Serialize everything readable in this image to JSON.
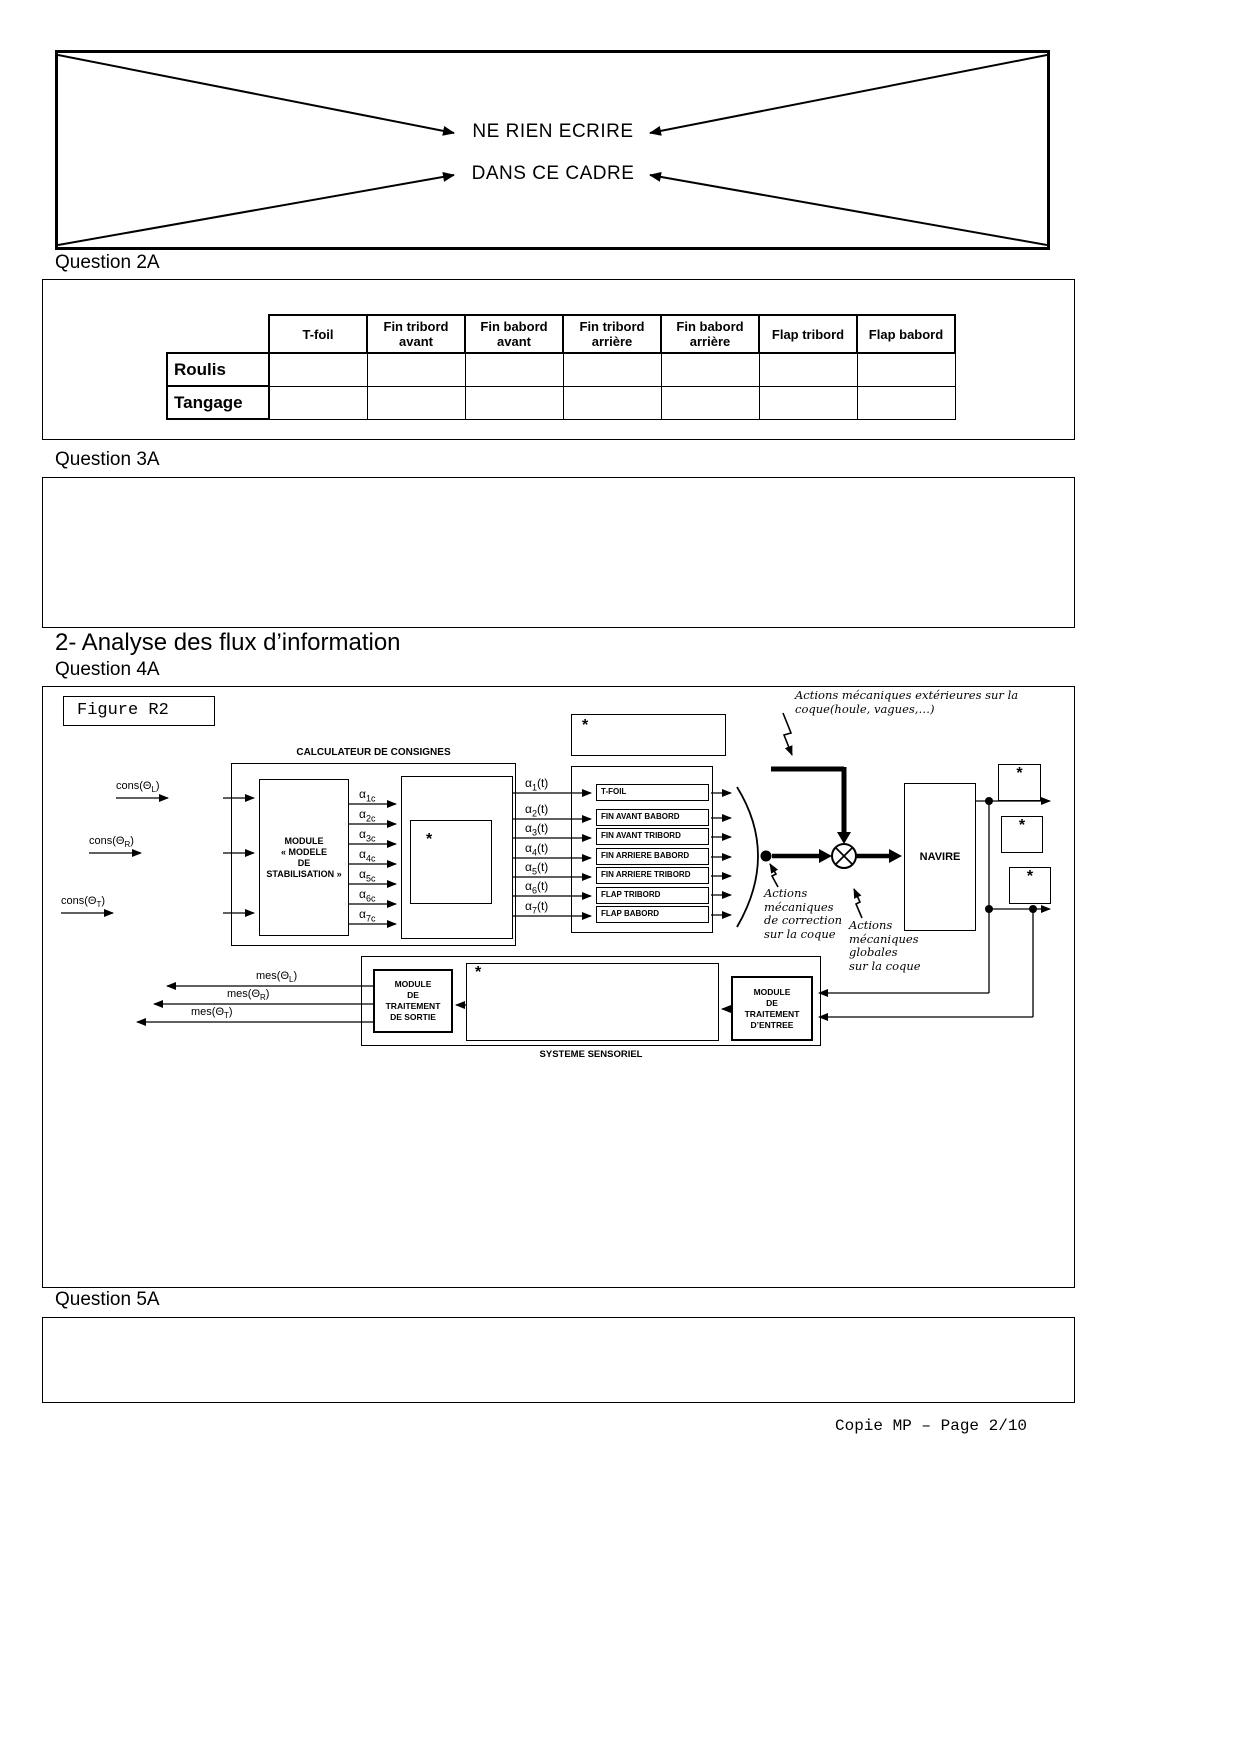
{
  "frame": {
    "line1": "NE RIEN ECRIRE",
    "line2": "DANS CE CADRE"
  },
  "headings": {
    "q2a": "Question 2A",
    "q3a": "Question 3A",
    "section2": "2-  Analyse des flux d’information",
    "q4a": "Question 4A",
    "q5a": "Question 5A"
  },
  "table": {
    "columns": [
      "T-foil",
      "Fin tribord avant",
      "Fin babord avant",
      "Fin tribord arrière",
      "Fin babord arrière",
      "Flap tribord",
      "Flap babord"
    ],
    "row_labels": [
      "Roulis",
      "Tangage"
    ]
  },
  "figure": {
    "title": "Figure R2",
    "star": "*",
    "ext_actions_line1": "Actions mécaniques extérieures sur la",
    "ext_actions_line2": "coque(houle, vagues,…)",
    "calculateur_label": "CALCULATEUR DE CONSIGNES",
    "cons": [
      {
        "base": "cons(Θ",
        "sub": "L",
        "close": ")"
      },
      {
        "base": "cons(Θ",
        "sub": "R",
        "close": ")"
      },
      {
        "base": "cons(Θ",
        "sub": "T",
        "close": ")"
      }
    ],
    "module_stabilisation": [
      "MODULE",
      "« MODELE",
      "DE",
      "STABILISATION »"
    ],
    "alpha_c": [
      {
        "base": "α",
        "sub": "1c"
      },
      {
        "base": "α",
        "sub": "2c"
      },
      {
        "base": "α",
        "sub": "3c"
      },
      {
        "base": "α",
        "sub": "4c"
      },
      {
        "base": "α",
        "sub": "5c"
      },
      {
        "base": "α",
        "sub": "6c"
      },
      {
        "base": "α",
        "sub": "7c"
      }
    ],
    "alpha_t": [
      {
        "base": "α",
        "sub": "1",
        "rest": "(t)"
      },
      {
        "base": "α",
        "sub": "2",
        "rest": "(t)"
      },
      {
        "base": "α",
        "sub": "3",
        "rest": "(t)"
      },
      {
        "base": "α",
        "sub": "4",
        "rest": "(t)"
      },
      {
        "base": "α",
        "sub": "5",
        "rest": "(t)"
      },
      {
        "base": "α",
        "sub": "6",
        "rest": "(t)"
      },
      {
        "base": "α",
        "sub": "7",
        "rest": "(t)"
      }
    ],
    "actuators": [
      "T-FOIL",
      "FIN AVANT BABORD",
      "FIN AVANT TRIBORD",
      "FIN ARRIERE BABORD",
      "FIN ARRIERE TRIBORD",
      "FLAP TRIBORD",
      "FLAP BABORD"
    ],
    "navire": "NAVIRE",
    "actions_correction": [
      "Actions",
      "mécaniques",
      "de correction",
      "sur la coque"
    ],
    "actions_globales": [
      "Actions",
      "mécaniques",
      "globales",
      "sur la coque"
    ],
    "module_sortie": [
      "MODULE",
      "DE",
      "TRAITEMENT",
      "DE SORTIE"
    ],
    "module_entree": [
      "MODULE",
      "DE",
      "TRAITEMENT",
      "D’ENTREE"
    ],
    "mes": [
      {
        "base": "mes(Θ",
        "sub": "L",
        "close": ")"
      },
      {
        "base": "mes(Θ",
        "sub": "R",
        "close": ")"
      },
      {
        "base": "mes(Θ",
        "sub": "T",
        "close": ")"
      }
    ],
    "systeme_sensoriel": "SYSTEME SENSORIEL"
  },
  "footer": "Copie MP – Page 2/10"
}
